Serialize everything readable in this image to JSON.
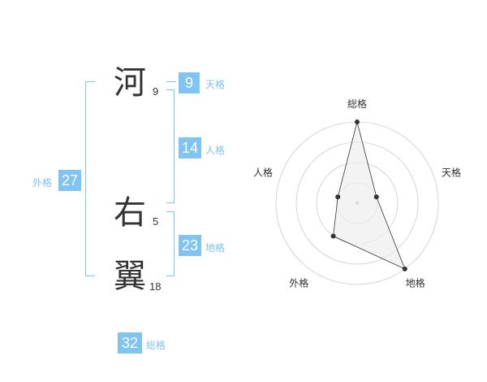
{
  "name_chars": [
    {
      "char": "河",
      "strokes": "9"
    },
    {
      "char": "右",
      "strokes": "5"
    },
    {
      "char": "翼",
      "strokes": "18"
    }
  ],
  "fortunes": {
    "tenkaku": {
      "value": "9",
      "label": "天格"
    },
    "jinkaku": {
      "value": "14",
      "label": "人格"
    },
    "chikaku": {
      "value": "23",
      "label": "地格"
    },
    "gaikaku": {
      "value": "27",
      "label": "外格"
    },
    "soukaku": {
      "value": "32",
      "label": "総格"
    }
  },
  "chart_data": {
    "type": "radar",
    "axes": [
      "総格",
      "天格",
      "地格",
      "外格",
      "人格"
    ],
    "values": [
      4,
      1,
      4,
      2,
      1
    ],
    "max": 4,
    "rings": 4,
    "grid": true,
    "legend": "none"
  },
  "colors": {
    "accent": "#7fc4f2",
    "text": "#333333",
    "grid": "#cccccc",
    "fill": "#eeeeee"
  }
}
